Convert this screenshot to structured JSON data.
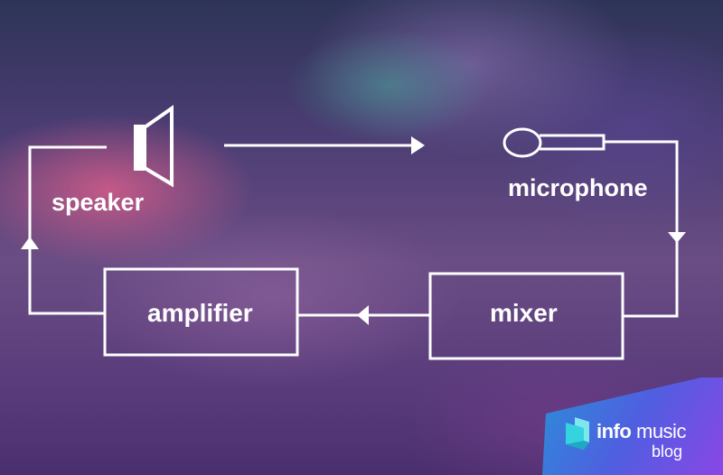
{
  "diagram": {
    "nodes": {
      "speaker": "speaker",
      "microphone": "microphone",
      "mixer": "mixer",
      "amplifier": "amplifier"
    },
    "edges": [
      {
        "from": "speaker",
        "to": "microphone"
      },
      {
        "from": "microphone",
        "to": "mixer"
      },
      {
        "from": "mixer",
        "to": "amplifier"
      },
      {
        "from": "amplifier",
        "to": "speaker"
      }
    ]
  },
  "logo": {
    "info": "info",
    "music": "music",
    "blog": "blog"
  },
  "colors": {
    "line": "#ffffff",
    "logo_gradient_start": "#2a8fd8",
    "logo_gradient_end": "#8a46e6",
    "logo_mark": "#35d3e0"
  }
}
